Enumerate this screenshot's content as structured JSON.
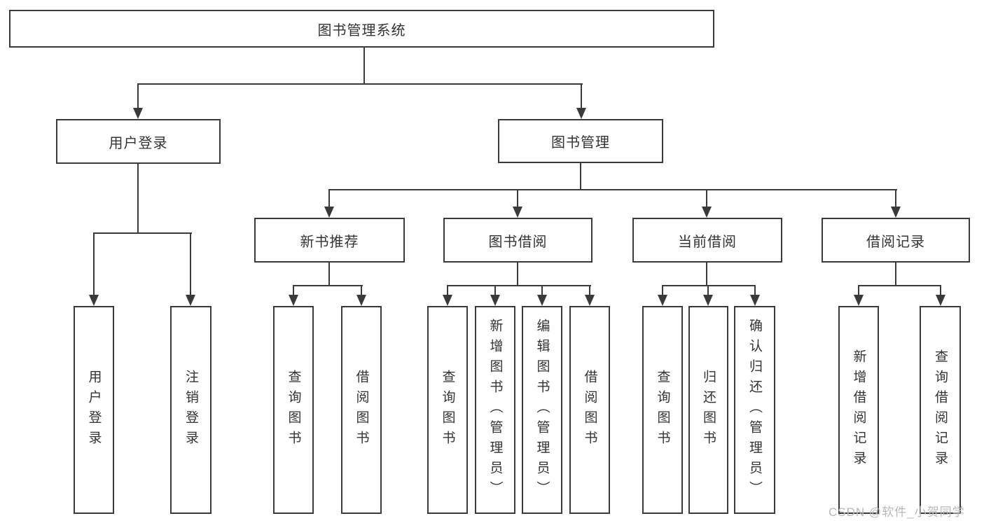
{
  "colors": {
    "line": "#3a3a3a",
    "text": "#333333",
    "watermark": "#b8b8b8",
    "background": "#ffffff"
  },
  "root": {
    "label": "图书管理系统"
  },
  "user_login": {
    "label": "用户登录",
    "children": [
      {
        "label": "用户登录"
      },
      {
        "label": "注销登录"
      }
    ]
  },
  "book_mgmt": {
    "label": "图书管理",
    "sections": {
      "new_books": {
        "label": "新书推荐",
        "children": [
          {
            "label": "查询图书"
          },
          {
            "label": "借阅图书"
          }
        ]
      },
      "borrowing": {
        "label": "图书借阅",
        "children": [
          {
            "label": "查询图书"
          },
          {
            "label": "新增图书（管理员）"
          },
          {
            "label": "编辑图书（管理员）"
          },
          {
            "label": "借阅图书"
          }
        ]
      },
      "current": {
        "label": "当前借阅",
        "children": [
          {
            "label": "查询图书"
          },
          {
            "label": "归还图书"
          },
          {
            "label": "确认归还（管理员）"
          }
        ]
      },
      "records": {
        "label": "借阅记录",
        "children": [
          {
            "label": "新增借阅记录"
          },
          {
            "label": "查询借阅记录"
          }
        ]
      }
    }
  },
  "watermark": "CSDN @软件_小贺同学"
}
